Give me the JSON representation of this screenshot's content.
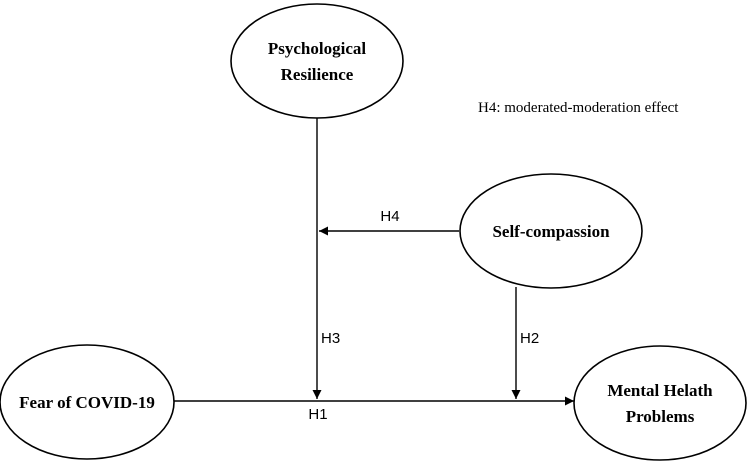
{
  "nodes": {
    "psychological_resilience": {
      "line1": "Psychological",
      "line2": "Resilience"
    },
    "self_compassion": {
      "label": "Self-compassion"
    },
    "fear_of_covid": {
      "label": "Fear of COVID-19"
    },
    "mental_health_problems": {
      "line1": "Mental Helath",
      "line2": "Problems"
    }
  },
  "edges": {
    "h1": "H1",
    "h2": "H2",
    "h3": "H3",
    "h4": "H4"
  },
  "note": "H4: moderated-moderation effect"
}
